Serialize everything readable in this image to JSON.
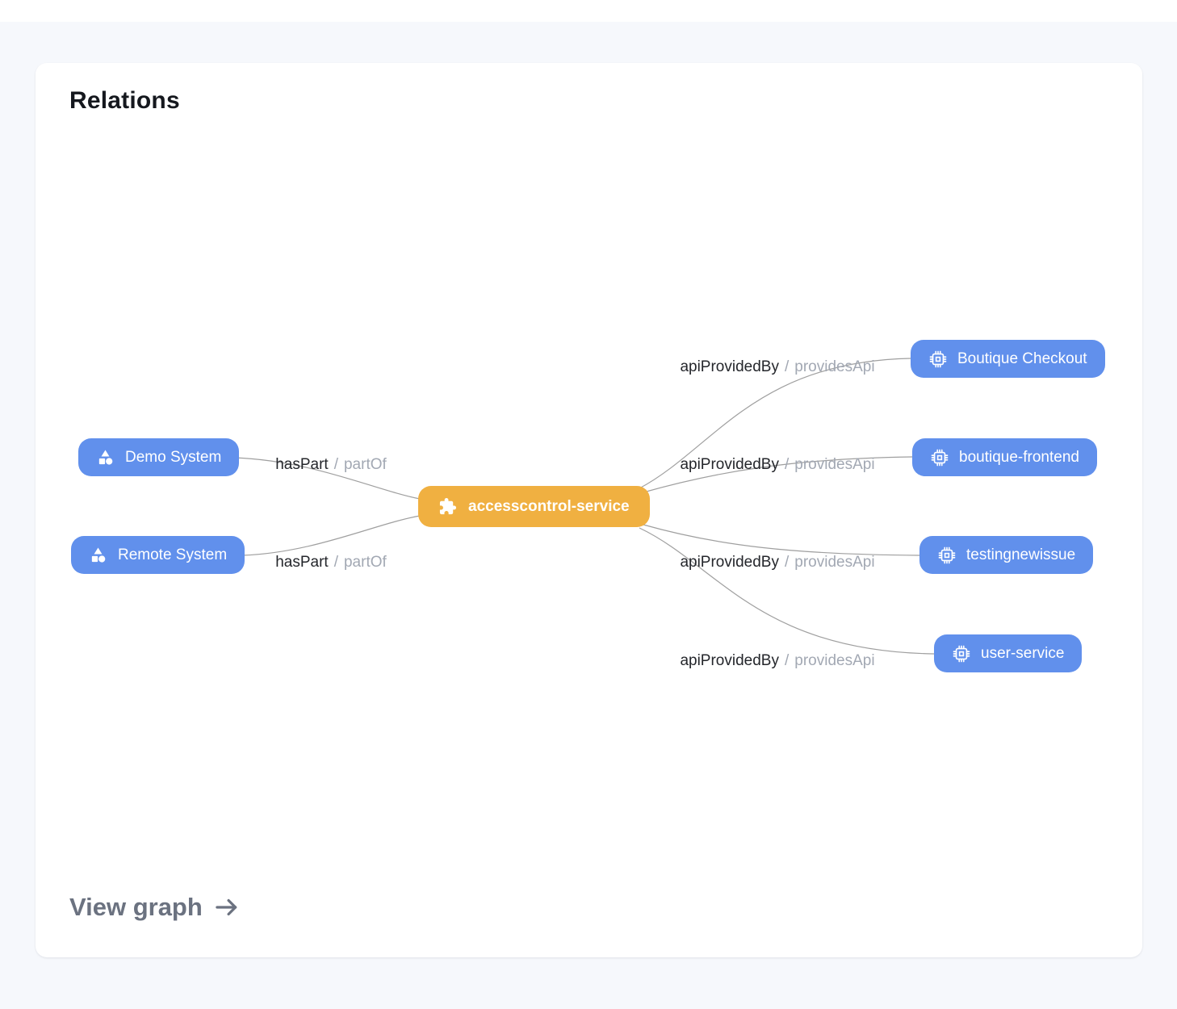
{
  "card": {
    "title": "Relations",
    "footer": {
      "view_graph": "View graph"
    }
  },
  "colors": {
    "background": "#f6f8fc",
    "card_background": "#ffffff",
    "node_blue": "#6190ec",
    "node_orange": "#f0b041",
    "edge_line": "#8e8e8e",
    "edge_label_primary": "#24262b",
    "edge_label_secondary": "#a2a8b3",
    "footer_link": "#6b7280"
  },
  "nodes": {
    "center": {
      "label": "accesscontrol-service",
      "icon": "puzzle-icon"
    },
    "left": [
      {
        "label": "Demo System",
        "icon": "shapes-icon"
      },
      {
        "label": "Remote System",
        "icon": "shapes-icon"
      }
    ],
    "right": [
      {
        "label": "Boutique Checkout",
        "icon": "chip-icon"
      },
      {
        "label": "boutique-frontend",
        "icon": "chip-icon"
      },
      {
        "label": "testingnewissue",
        "icon": "chip-icon"
      },
      {
        "label": "user-service",
        "icon": "chip-icon"
      }
    ]
  },
  "edges": {
    "left": [
      {
        "forward": "hasPart",
        "sep": "/",
        "reverse": "partOf"
      },
      {
        "forward": "hasPart",
        "sep": "/",
        "reverse": "partOf"
      }
    ],
    "right": [
      {
        "forward": "apiProvidedBy",
        "sep": "/",
        "reverse": "providesApi"
      },
      {
        "forward": "apiProvidedBy",
        "sep": "/",
        "reverse": "providesApi"
      },
      {
        "forward": "apiProvidedBy",
        "sep": "/",
        "reverse": "providesApi"
      },
      {
        "forward": "apiProvidedBy",
        "sep": "/",
        "reverse": "providesApi"
      }
    ]
  }
}
